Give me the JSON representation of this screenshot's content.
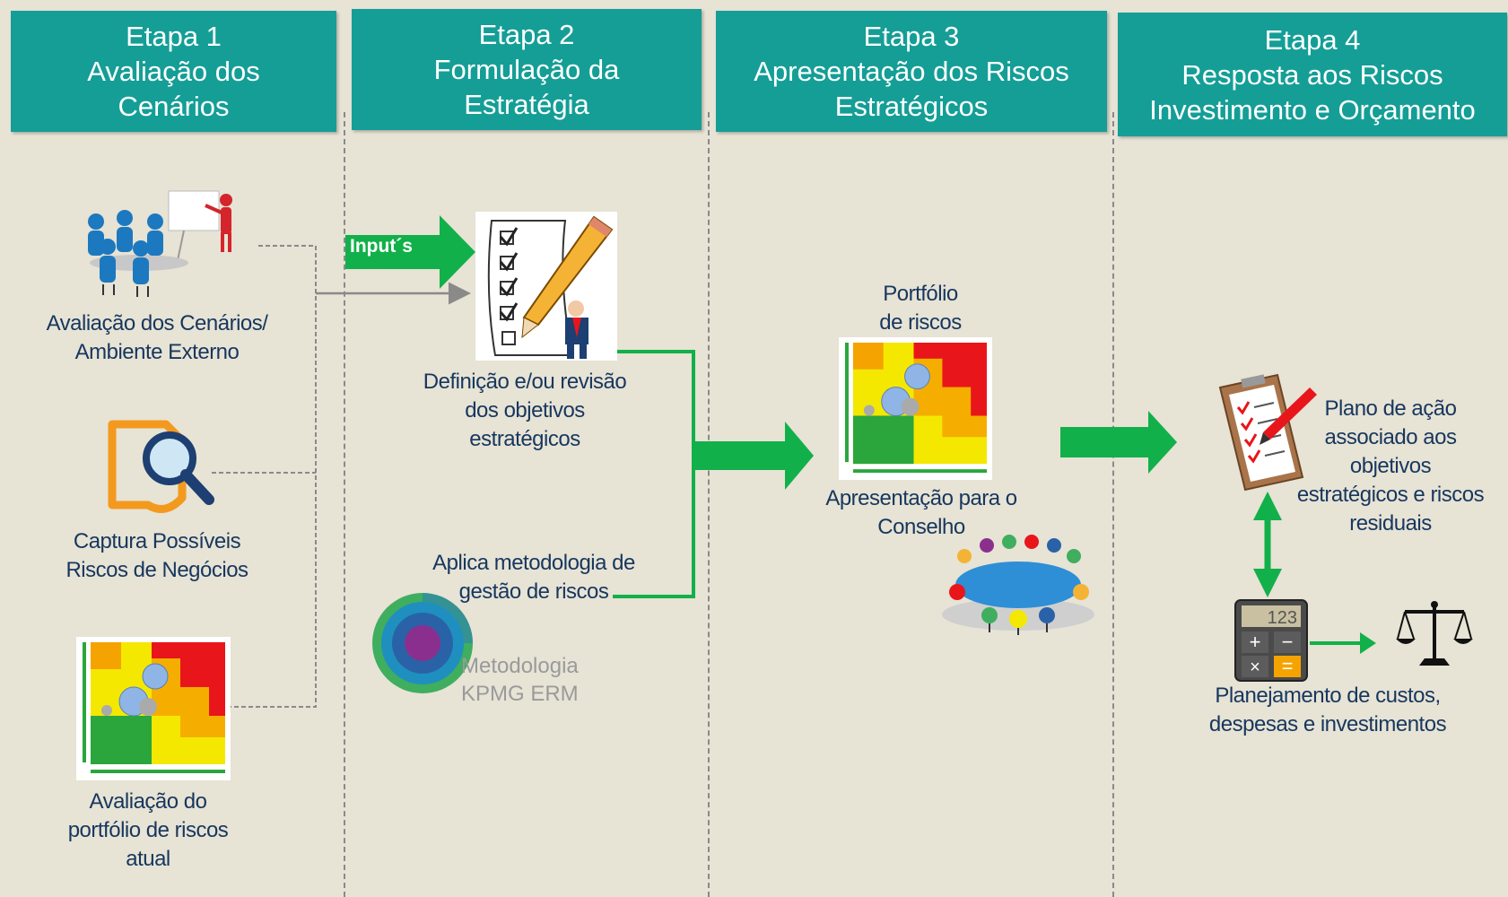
{
  "stages": [
    {
      "title": "Etapa 1",
      "subtitle": [
        "Avaliação dos",
        "Cenários"
      ]
    },
    {
      "title": "Etapa 2",
      "subtitle": [
        "Formulação da",
        "Estratégia"
      ]
    },
    {
      "title": "Etapa 3",
      "subtitle": [
        "Apresentação dos Riscos",
        "Estratégicos"
      ]
    },
    {
      "title": "Etapa 4",
      "subtitle": [
        "Resposta aos Riscos",
        "Investimento e Orçamento"
      ]
    }
  ],
  "stage1": {
    "scenario_label": [
      "Avaliação dos Cenários/",
      "Ambiente Externo"
    ],
    "capture_label": [
      "Captura Possíveis",
      "Riscos de Negócios"
    ],
    "portfolio_label": [
      "Avaliação do",
      "portfólio de riscos",
      "atual"
    ]
  },
  "stage2": {
    "input_label": "Input´s",
    "definition_label": [
      "Definição e/ou revisão",
      "dos objetivos",
      "estratégicos"
    ],
    "methodology_label": [
      "Aplica metodologia de",
      "gestão de riscos"
    ],
    "method_name": [
      "Metodologia",
      "KPMG ERM"
    ]
  },
  "stage3": {
    "portfolio_title": [
      "Portfólio",
      "de riscos"
    ],
    "presentation_label": [
      "Apresentação para o",
      "Conselho"
    ]
  },
  "stage4": {
    "action_plan_label": [
      "Plano de ação",
      "associado aos",
      "objetivos",
      "estratégicos e riscos",
      "residuais"
    ],
    "planning_label": [
      "Planejamento de custos,",
      "despesas e investimentos"
    ],
    "calculator_display": "123"
  },
  "colors": {
    "header": "#149e96",
    "background": "#e7e3d5",
    "arrow_green": "#12b04a",
    "text_navy": "#17375e",
    "heat_red": "#e8161b",
    "heat_orange": "#f5a300",
    "heat_yellow": "#f4e800",
    "heat_green": "#2aa63c"
  },
  "icons": [
    "meeting-icon",
    "magnifier-document-icon",
    "risk-heatmap-icon",
    "checklist-pencil-icon",
    "kpmg-erm-wheel-icon",
    "boardroom-table-icon",
    "clipboard-checklist-icon",
    "calculator-icon",
    "scales-icon"
  ]
}
